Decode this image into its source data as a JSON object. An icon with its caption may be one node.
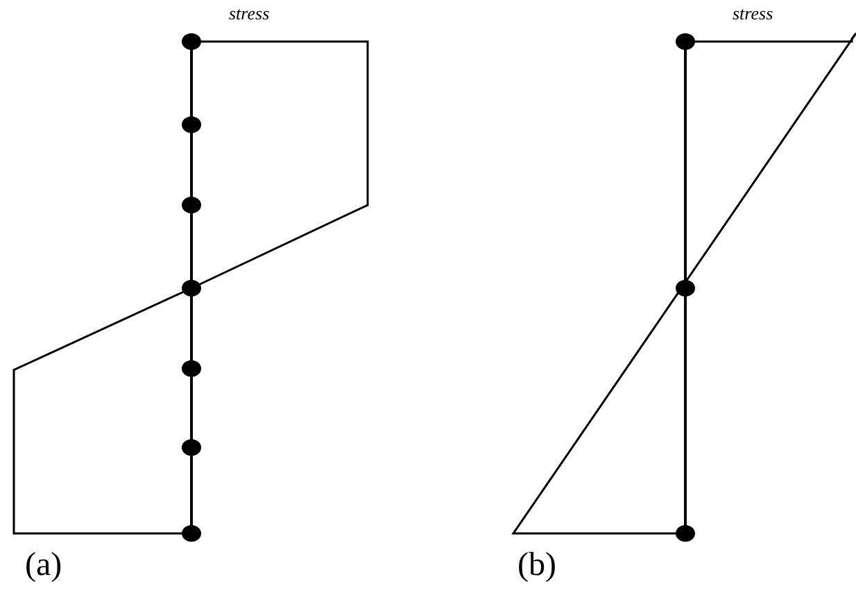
{
  "diagram": {
    "labels": [
      "stress",
      "(a)",
      "stress",
      "(b)"
    ]
  }
}
